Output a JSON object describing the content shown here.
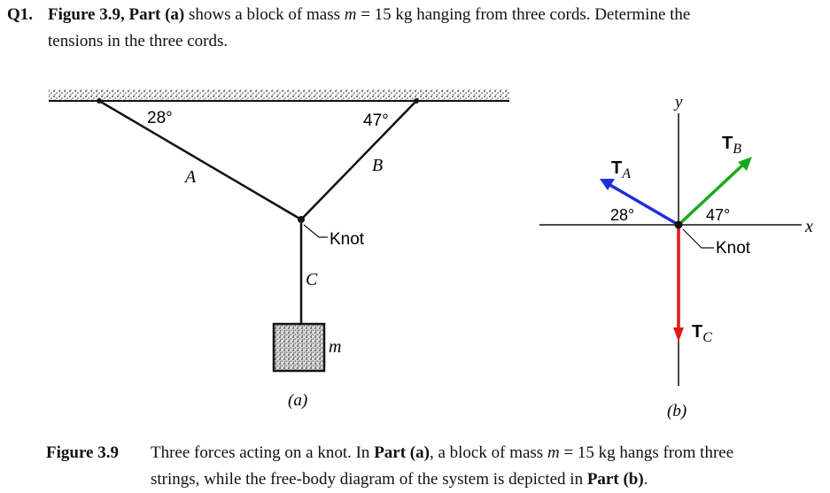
{
  "question": {
    "number": "Q1.",
    "figure_ref": "Figure 3.9, Part (a)",
    "text_before_mass": " shows a block of mass ",
    "mass_symbol": "m",
    "mass_value": " = 15 kg",
    "text_after_mass": " hanging from three cords. Determine the",
    "line2": "tensions in the three cords."
  },
  "figure_a": {
    "angle_left": "28°",
    "angle_right": "47°",
    "cord_a": "A",
    "cord_b": "B",
    "cord_c": "C",
    "knot_label": "Knot",
    "mass_label": "m",
    "part_label": "(a)"
  },
  "figure_b": {
    "y_axis": "y",
    "x_axis": "x",
    "ta_main": "T",
    "ta_sub": "A",
    "tb_main": "T",
    "tb_sub": "B",
    "tc_main": "T",
    "tc_sub": "C",
    "angle_left": "28°",
    "angle_right": "47°",
    "knot_label": "Knot",
    "part_label": "(b)",
    "colors": {
      "ta": "#1f2fd8",
      "tb": "#1aa81a",
      "tc": "#e01818"
    }
  },
  "caption": {
    "label": "Figure 3.9",
    "t1": "Three forces acting on a knot. In ",
    "part_a": "Part (a)",
    "t2": ", a block of mass ",
    "mass_symbol": "m",
    "mass_value": " = 15 kg",
    "t3": " hangs from three",
    "t4": "strings, while the free-body diagram of the system is depicted in ",
    "part_b": "Part (b)",
    "t5": "."
  }
}
